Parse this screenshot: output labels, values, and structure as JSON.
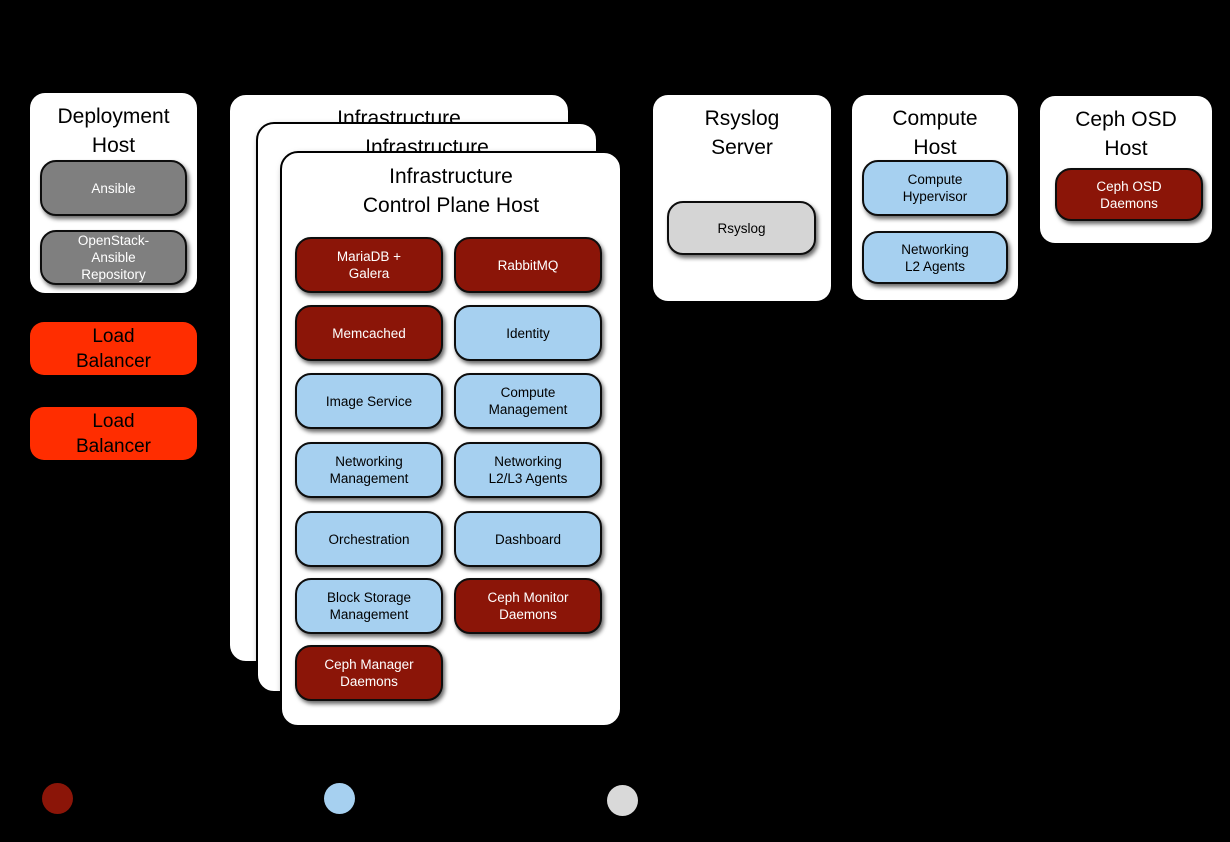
{
  "colors": {
    "background": "#000000",
    "host_card": "#FFFFFF",
    "infra_service_red": "#8B1508",
    "openstack_service_blue": "#A6D0F0",
    "deployment_gray": "#7F7F7F",
    "log_light_gray": "#D5D5D5",
    "load_balancer_red": "#FF2D00",
    "white_text": "#FFFFFF",
    "black_text": "#000000"
  },
  "hosts": {
    "deployment": {
      "title": "Deployment\nHost",
      "services": [
        {
          "label": "Ansible",
          "color": "#7F7F7F",
          "fg": "#FFFFFF"
        },
        {
          "label": "OpenStack-\nAnsible\nRepository",
          "color": "#7F7F7F",
          "fg": "#FFFFFF"
        }
      ]
    },
    "infrastructure": {
      "title": "Infrastructure\nControl Plane Host",
      "stack_count": 3,
      "services": [
        {
          "label": "MariaDB +\nGalera",
          "color": "#8B1508",
          "fg": "#FFFFFF"
        },
        {
          "label": "RabbitMQ",
          "color": "#8B1508",
          "fg": "#FFFFFF"
        },
        {
          "label": "Memcached",
          "color": "#8B1508",
          "fg": "#FFFFFF"
        },
        {
          "label": "Identity",
          "color": "#A6D0F0",
          "fg": "#000000"
        },
        {
          "label": "Image Service",
          "color": "#A6D0F0",
          "fg": "#000000"
        },
        {
          "label": "Compute\nManagement",
          "color": "#A6D0F0",
          "fg": "#000000"
        },
        {
          "label": "Networking\nManagement",
          "color": "#A6D0F0",
          "fg": "#000000"
        },
        {
          "label": "Networking\nL2/L3 Agents",
          "color": "#A6D0F0",
          "fg": "#000000"
        },
        {
          "label": "Orchestration",
          "color": "#A6D0F0",
          "fg": "#000000"
        },
        {
          "label": "Dashboard",
          "color": "#A6D0F0",
          "fg": "#000000"
        },
        {
          "label": "Block Storage\nManagement",
          "color": "#A6D0F0",
          "fg": "#000000"
        },
        {
          "label": "Ceph Monitor\nDaemons",
          "color": "#8B1508",
          "fg": "#FFFFFF"
        },
        {
          "label": "Ceph Manager\nDaemons",
          "color": "#8B1508",
          "fg": "#FFFFFF"
        }
      ]
    },
    "rsyslog": {
      "title": "Rsyslog\nServer",
      "services": [
        {
          "label": "Rsyslog",
          "color": "#D5D5D5",
          "fg": "#000000"
        }
      ]
    },
    "compute": {
      "title": "Compute\nHost",
      "services": [
        {
          "label": "Compute\nHypervisor",
          "color": "#A6D0F0",
          "fg": "#000000"
        },
        {
          "label": "Networking\nL2 Agents",
          "color": "#A6D0F0",
          "fg": "#000000"
        }
      ]
    },
    "ceph_osd": {
      "title": "Ceph OSD\nHost",
      "services": [
        {
          "label": "Ceph OSD\nDaemons",
          "color": "#8B1508",
          "fg": "#FFFFFF"
        }
      ]
    }
  },
  "load_balancers": [
    {
      "label": "Load\nBalancer",
      "color": "#FF2D00"
    },
    {
      "label": "Load\nBalancer",
      "color": "#FF2D00"
    }
  ],
  "legend": {
    "dots": [
      {
        "color": "#8B1508"
      },
      {
        "color": "#A6D0F0"
      },
      {
        "color": "#D9D9D9"
      }
    ]
  }
}
